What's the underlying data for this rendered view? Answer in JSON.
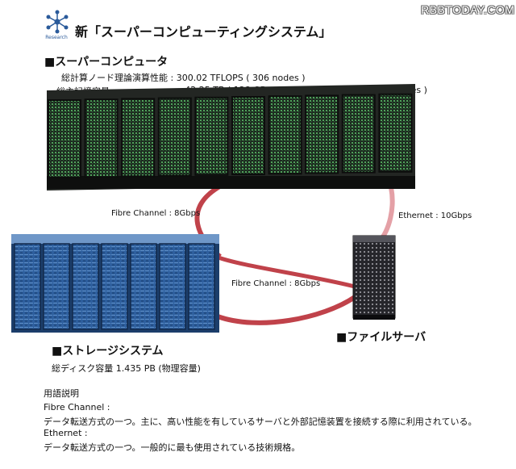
{
  "watermark": "RBBTODAY.COM",
  "logo_text": "Research",
  "page_title": "新「スーパーコンピューティングシステム」",
  "supercomputer": {
    "title": "■スーパーコンピュータ",
    "perf_line": "総計算ノード理論演算性能 : 300.02 TFLOPS ( 306 nodes )",
    "memory_label": "総主記憶容量",
    "memory_value": ": 42.25 TB ( 128 GB × 274 nodes , 256 GB × 32 nodes )"
  },
  "links": {
    "fc_upper": "Fibre Channel : 8Gbps",
    "fc_lower": "Fibre Channel : 8Gbps",
    "ethernet": "Ethernet : 10Gbps"
  },
  "storage": {
    "title": "■ストレージシステム",
    "capacity": "総ディスク容量 1.435 PB (物理容量)"
  },
  "file_server": {
    "title": "■ファイルサーバ"
  },
  "glossary": {
    "heading": "用語説明",
    "fc_term": "Fibre Channel :",
    "fc_desc": "データ転送方式の一つ。主に、高い性能を有しているサーバと外部記憶装置を接続する際に利用されている。",
    "eth_term": "Ethernet :",
    "eth_desc": "データ転送方式の一つ。一般的に最も使用されている技術規格。"
  },
  "colors": {
    "link_red": "#c0424a",
    "link_pink": "#e4a0a6",
    "rack_dark": "#1b1e1b",
    "rack_green": "#4fa25a",
    "storage_blue": "#2e5f9e",
    "storage_light": "#5c8cc4",
    "server_dark": "#1e1e22"
  }
}
